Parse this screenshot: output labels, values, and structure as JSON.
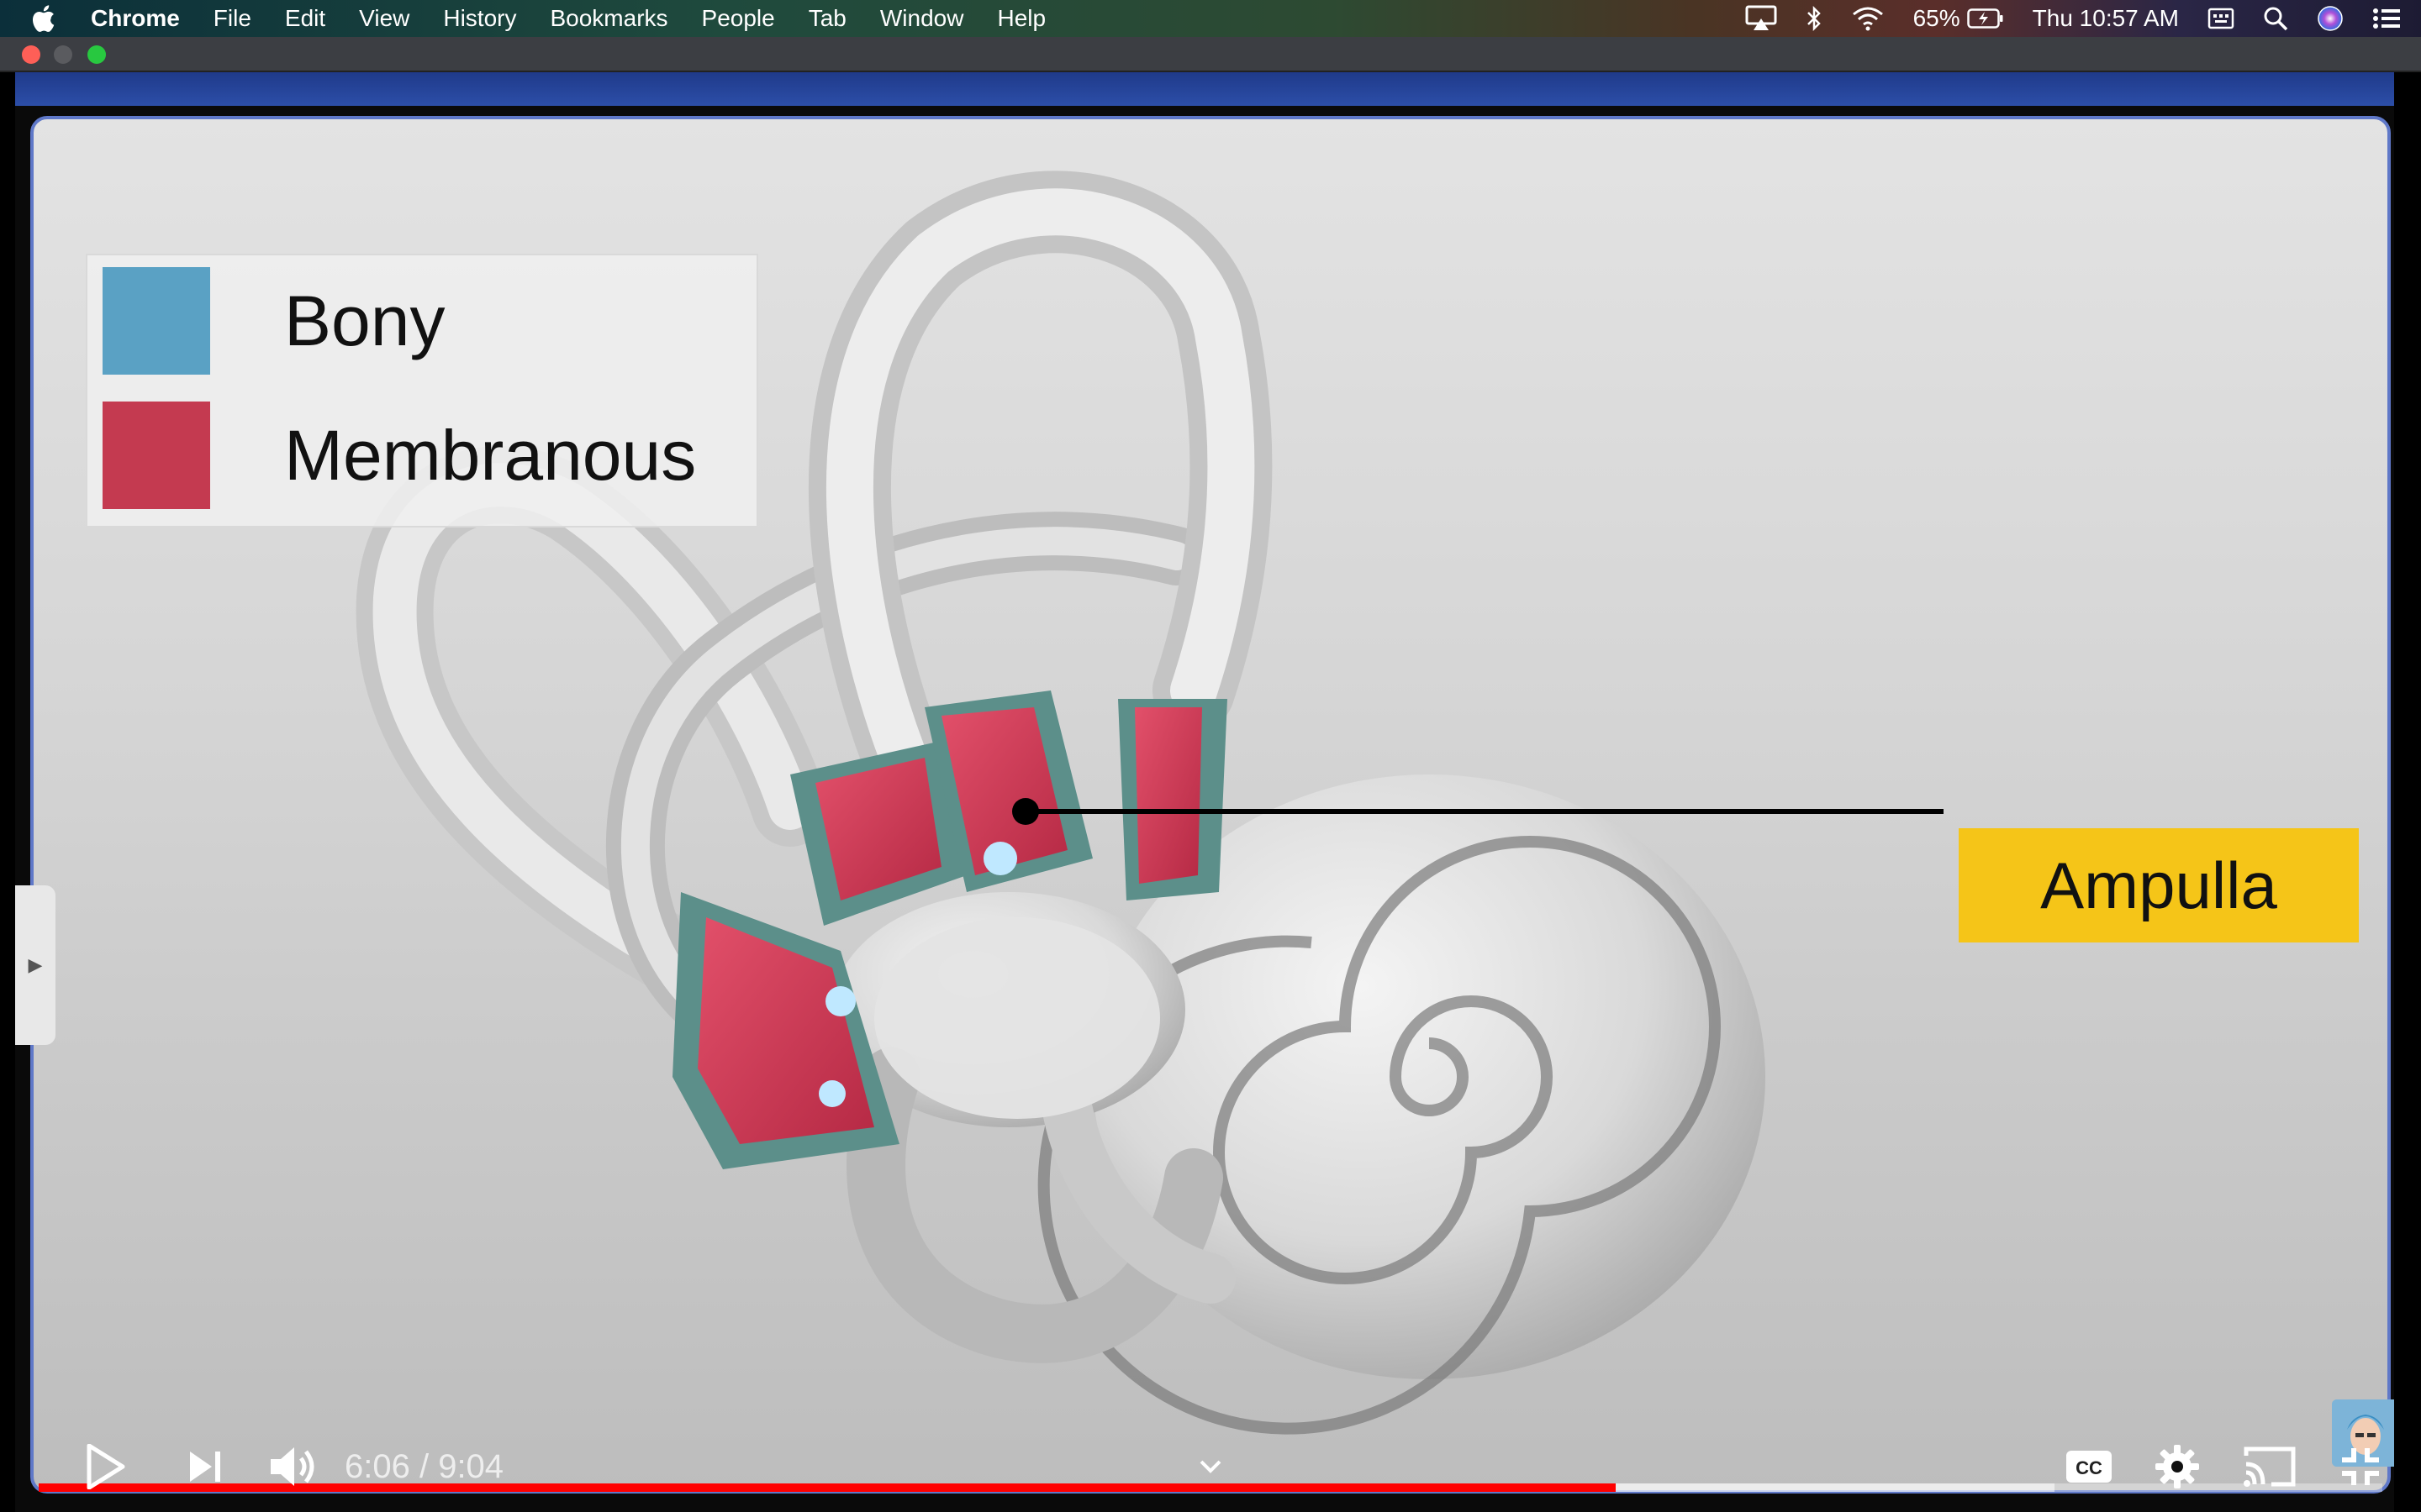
{
  "menubar": {
    "app_name": "Chrome",
    "items": [
      "File",
      "Edit",
      "View",
      "History",
      "Bookmarks",
      "People",
      "Tab",
      "Window",
      "Help"
    ],
    "battery": "65%",
    "datetime": "Thu 10:57 AM"
  },
  "slide": {
    "legend": [
      {
        "label": "Bony",
        "color": "#5aa1c4"
      },
      {
        "label": "Membranous",
        "color": "#c43a50"
      }
    ],
    "callout": "Ampulla"
  },
  "player": {
    "current_time": "6:06",
    "duration": "9:04",
    "time_display": "6:06 / 9:04",
    "progress_fraction": 0.673,
    "buffered_fraction": 0.86,
    "accent_color": "#ff0000"
  }
}
